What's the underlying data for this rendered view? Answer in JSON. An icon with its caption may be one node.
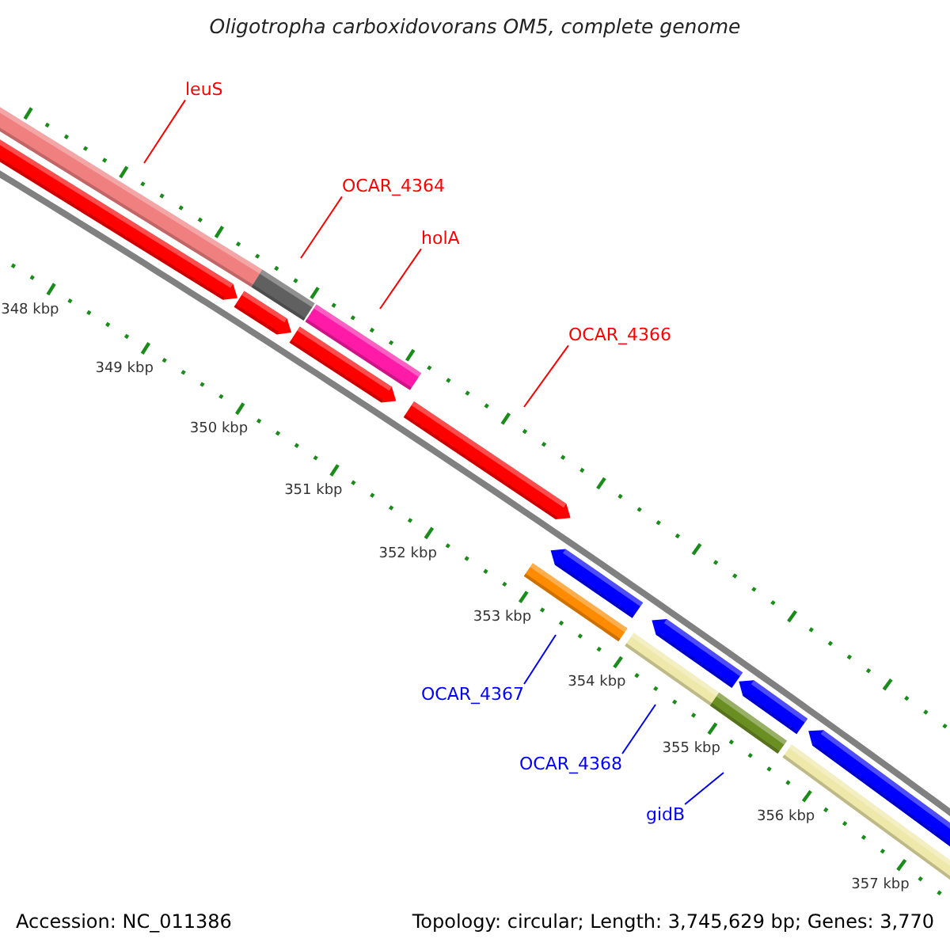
{
  "diagram": {
    "title": "Oligotropha carboxidovorans OM5, complete genome",
    "nodes": [
      {
        "text": [
          "leuS"
        ]
      },
      {
        "text": [
          "OCAR_4364"
        ]
      },
      {
        "text": [
          "holA"
        ]
      },
      {
        "text": [
          "OCAR_4366"
        ]
      },
      {
        "text": [
          "OCAR_4367"
        ]
      },
      {
        "text": [
          "OCAR_4368"
        ]
      },
      {
        "text": [
          "gidB"
        ]
      }
    ],
    "edges": [
      {
        "from": 0,
        "to": null,
        "arrow": "none"
      },
      {
        "from": 1,
        "to": null,
        "arrow": "none"
      },
      {
        "from": 2,
        "to": null,
        "arrow": "none"
      },
      {
        "from": 3,
        "to": null,
        "arrow": "none"
      },
      {
        "from": 4,
        "to": null,
        "arrow": "none",
        "color": "#0000ff"
      },
      {
        "from": 5,
        "to": null,
        "arrow": "none",
        "color": "#0000ff"
      },
      {
        "from": 6,
        "to": null,
        "arrow": "none",
        "color": "#0000ff"
      }
    ],
    "labels": [
      "348 kbp",
      "349 kbp",
      "350 kbp",
      "351 kbp",
      "352 kbp",
      "353 kbp",
      "354 kbp",
      "355 kbp",
      "356 kbp",
      "357 kbp",
      "Accession: NC_011386",
      "Topology: circular; Length: 3,745,629 bp; Genes: 3,770"
    ]
  }
}
